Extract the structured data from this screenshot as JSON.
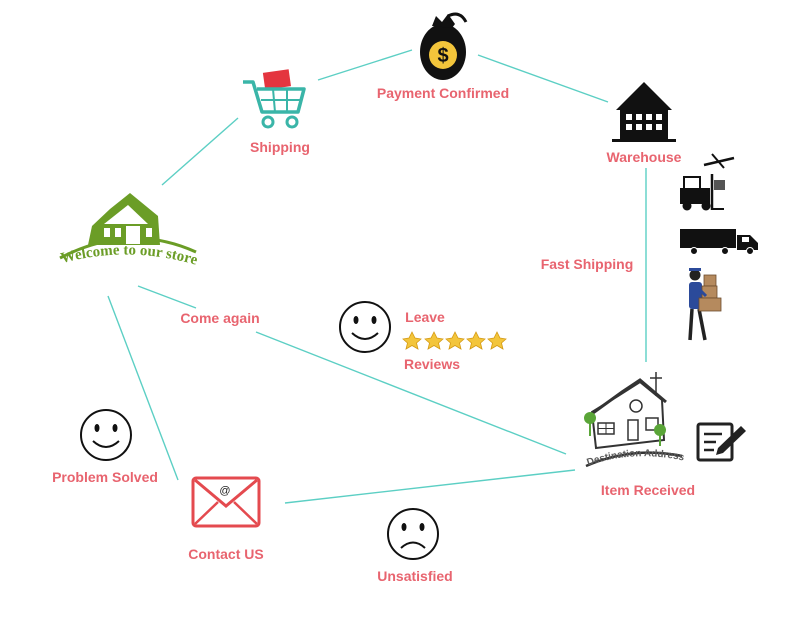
{
  "colors": {
    "accent": "#e8646f",
    "connector": "#5ccfc4",
    "store_green": "#6b9d26",
    "cart_teal": "#3ab5a8",
    "cart_red": "#e4353f",
    "envelope_red": "#e44a4f",
    "star_gold": "#f3c53b",
    "dark": "#111111"
  },
  "store": {
    "logo_text": "Welcome to our store"
  },
  "destination": {
    "logo_text": "Destination Address"
  },
  "nodes": {
    "shipping": "Shipping",
    "payment": "Payment Confirmed",
    "warehouse": "Warehouse",
    "fast_shipping": "Fast Shipping",
    "item_received": "Item Received",
    "come_again": "Come again",
    "leave": "Leave",
    "reviews": "Reviews",
    "problem_solved": "Problem Solved",
    "contact_us": "Contact US",
    "unsatisfied": "Unsatisfied"
  },
  "icons": {
    "store": "house-icon",
    "cart": "shopping-cart-icon",
    "money": "money-bag-icon",
    "warehouse": "building-icon",
    "plane": "airplane-icon",
    "forklift": "forklift-icon",
    "truck": "truck-icon",
    "courier": "delivery-man-icon",
    "destination": "destination-house-icon",
    "checklist": "checklist-icon",
    "happy": "smiley-icon",
    "sad": "sad-face-icon",
    "mail": "envelope-icon",
    "stars": "star-rating-icon"
  }
}
